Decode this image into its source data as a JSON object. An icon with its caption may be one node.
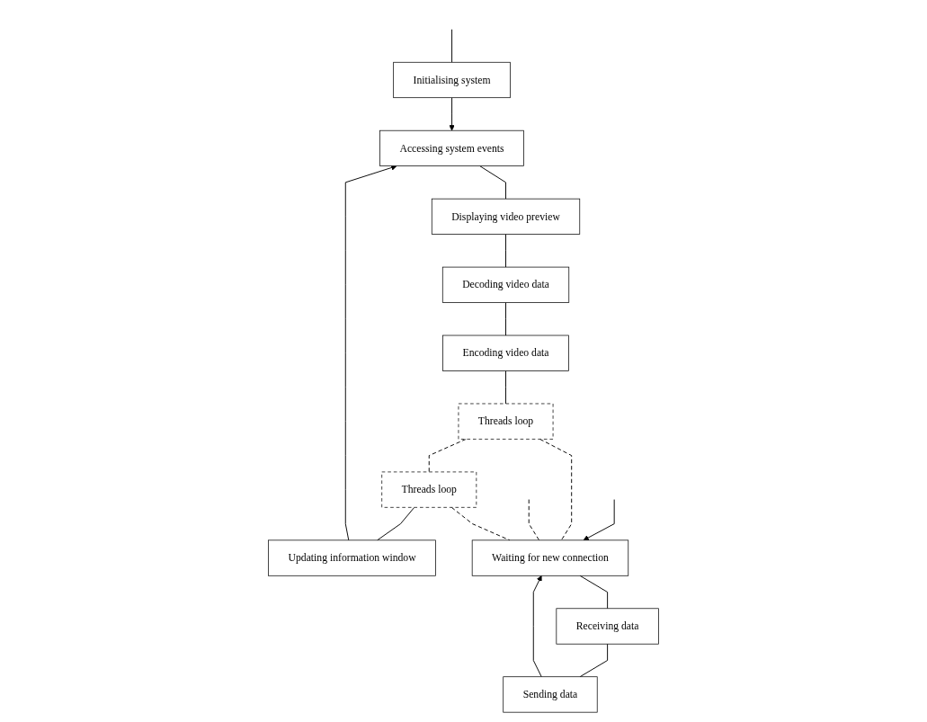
{
  "diagram": {
    "nodes": [
      {
        "text": [
          "Initialising system"
        ]
      },
      {
        "text": [
          "Accessing system events"
        ]
      },
      {
        "text": [
          "Displaying video preview"
        ]
      },
      {
        "text": [
          "Decoding video data"
        ]
      },
      {
        "text": [
          "Encoding video data"
        ]
      },
      {
        "text": [
          "Threads loop"
        ]
      },
      {
        "text": [
          "Threads loop"
        ]
      },
      {
        "text": [
          "Updating information window"
        ]
      },
      {
        "text": [
          "Waiting for new connection"
        ]
      },
      {
        "text": [
          "Receiving data"
        ]
      },
      {
        "text": [
          "Sending data"
        ]
      }
    ],
    "edges": [
      {
        "from": null,
        "to": 0,
        "arrow": "none"
      },
      {
        "from": 0,
        "to": 1,
        "arrow": "to"
      },
      {
        "from": 1,
        "to": 2,
        "arrow": "none"
      },
      {
        "from": 2,
        "to": 3,
        "arrow": "none"
      },
      {
        "from": 3,
        "to": 4,
        "arrow": "none"
      },
      {
        "from": 4,
        "to": 5,
        "arrow": "none"
      },
      {
        "from": 5,
        "to": 6,
        "arrow": "none",
        "style": "dashed"
      },
      {
        "from": 6,
        "to": 7,
        "arrow": "none"
      },
      {
        "from": 7,
        "to": 1,
        "arrow": "to"
      },
      {
        "from": null,
        "to": 8,
        "arrow": "to"
      },
      {
        "from": 8,
        "to": 9,
        "arrow": "none"
      },
      {
        "from": 9,
        "to": 10,
        "arrow": "none"
      },
      {
        "from": 10,
        "to": 8,
        "arrow": "to"
      },
      {
        "from": 5,
        "to": 8,
        "arrow": "none",
        "style": "dashed"
      },
      {
        "from": null,
        "to": 8,
        "arrow": "none",
        "style": "dashed"
      },
      {
        "from": 6,
        "to": 8,
        "arrow": "none",
        "style": "dashed"
      }
    ]
  }
}
